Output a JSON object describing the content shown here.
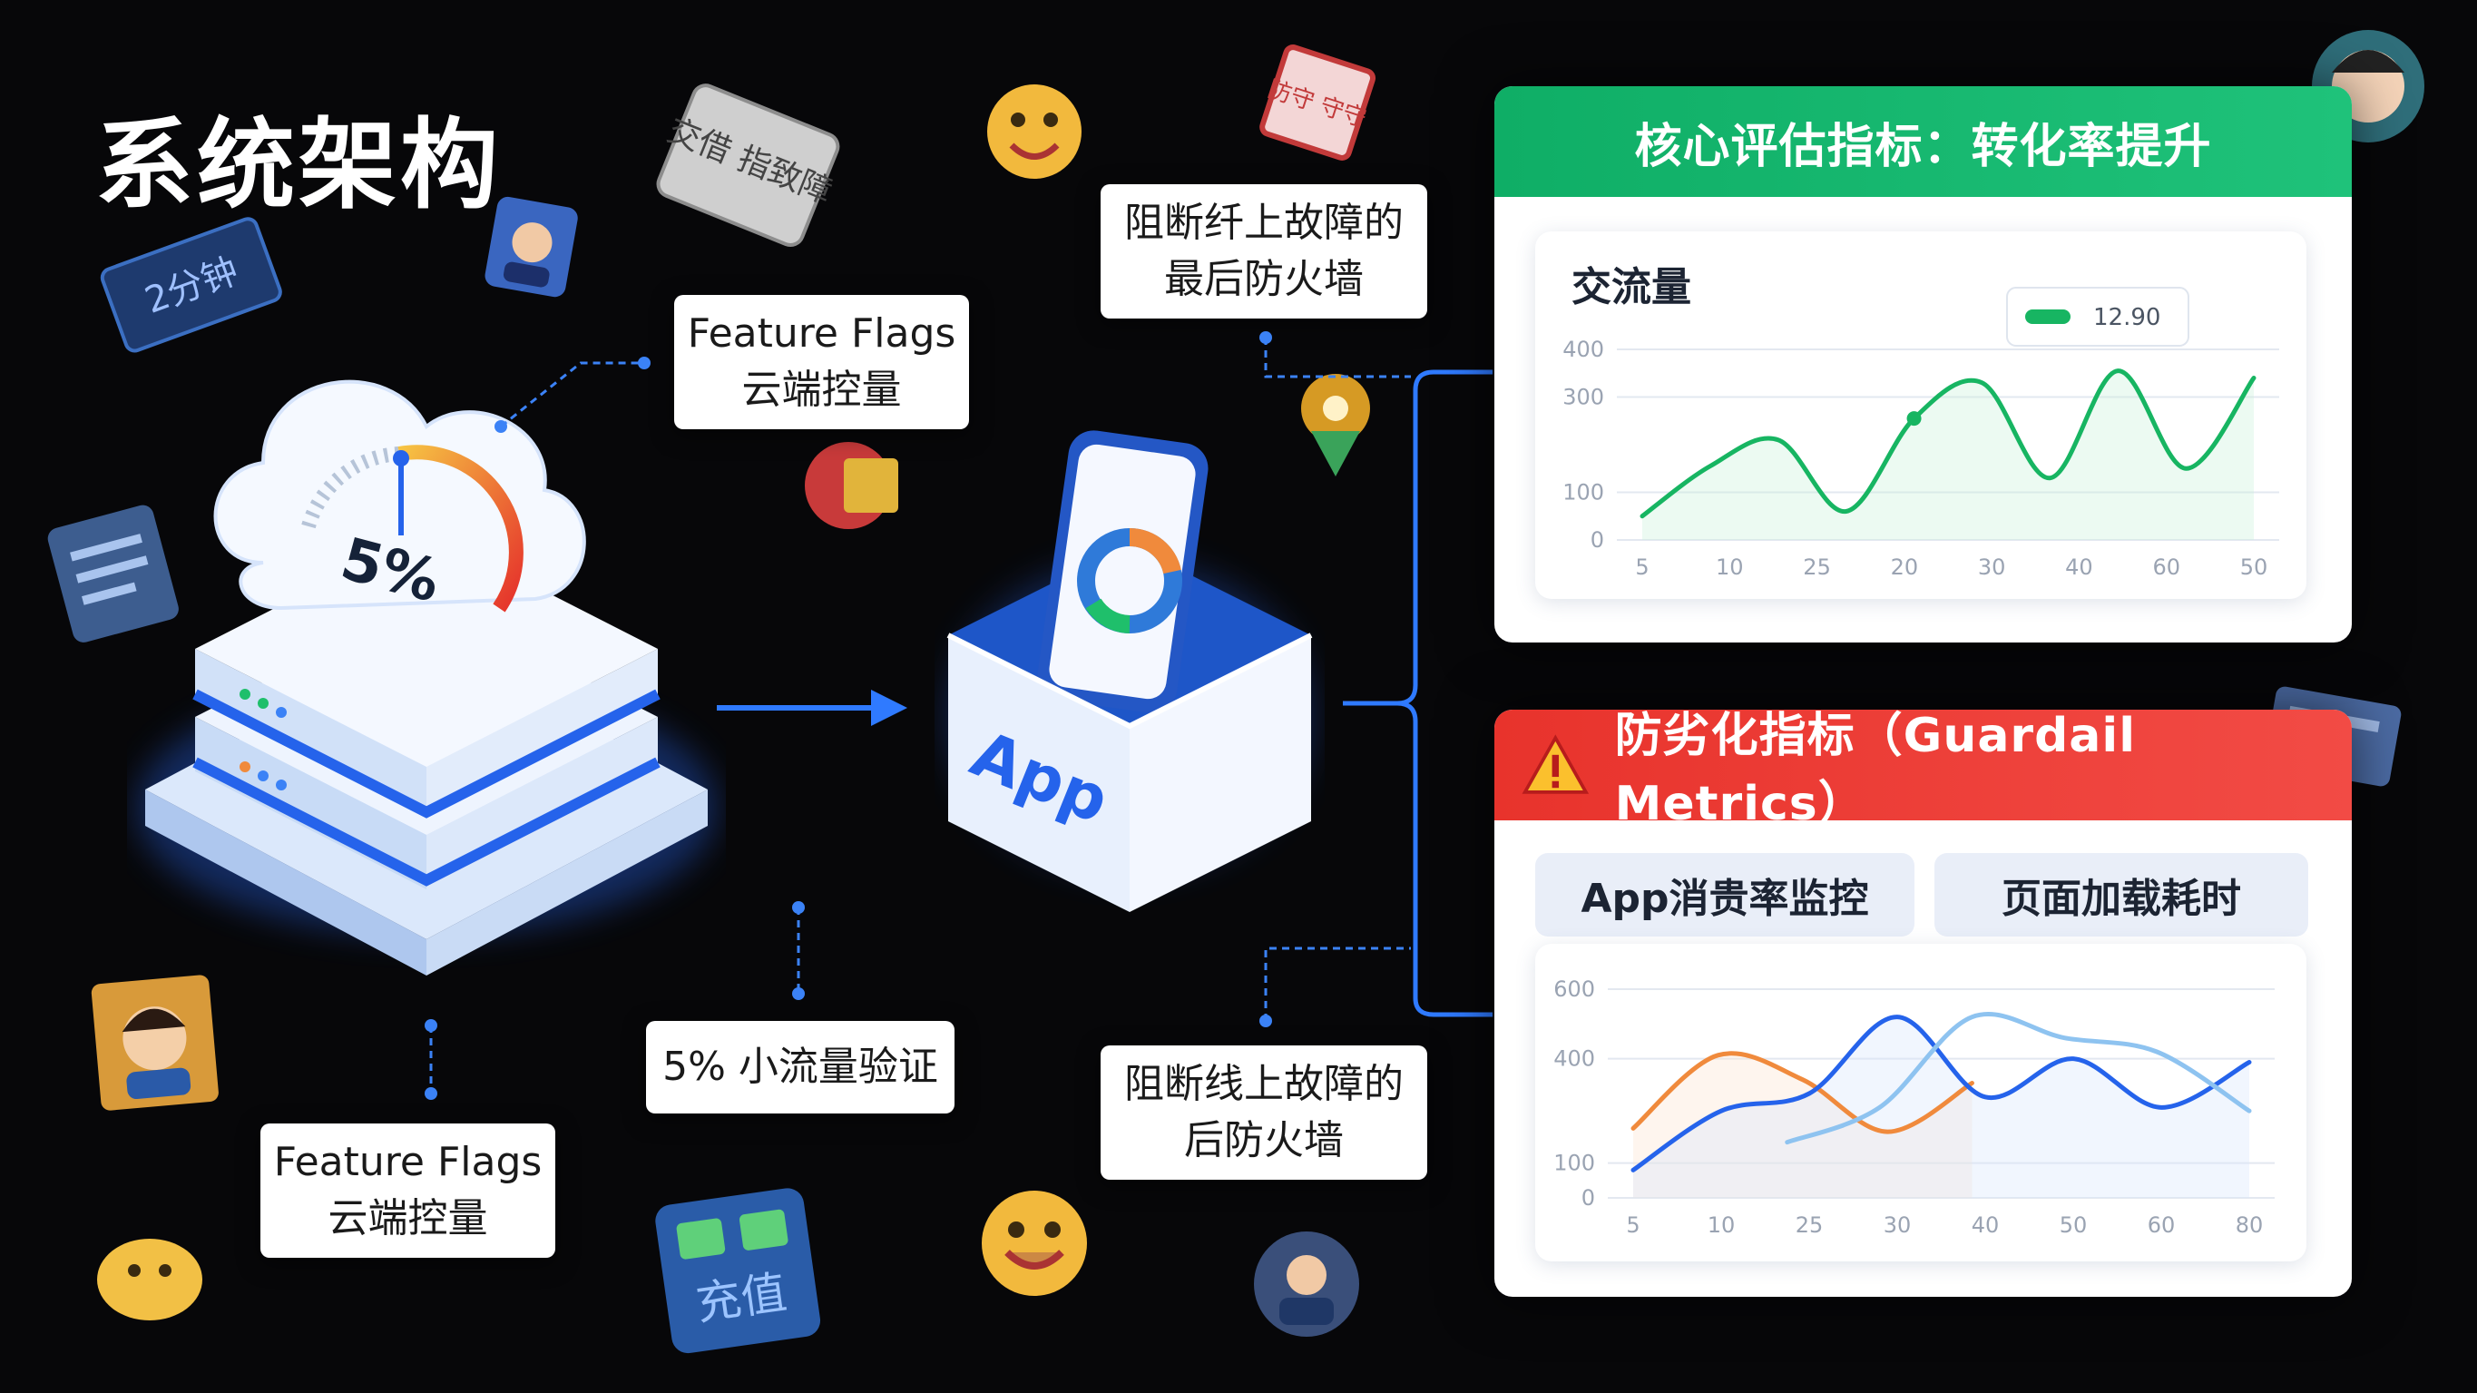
{
  "title": "系统架构",
  "callouts": {
    "cloud_control": [
      "Feature Flags",
      "云端控量"
    ],
    "bottom_control": [
      "Feature Flags",
      "云端控量"
    ],
    "small_traffic": "5% 小流量验证",
    "firewall_top": [
      "阻断纤上故障的",
      "最后防火墙"
    ],
    "firewall_bottom": [
      "阻断线上故障的",
      "后防火墙"
    ]
  },
  "server": {
    "gauge_value": "5%"
  },
  "app_box": {
    "label": "App"
  },
  "stickers": {
    "tag_time": "2分钟",
    "tag_fault": "交借 指致障",
    "tag_seal": "防守 守守",
    "recharge": "充值"
  },
  "colors": {
    "accent_blue": "#3b82f6",
    "green_header": "#12b26a",
    "red_header": "#ef3b3b",
    "green_line": "#17b562",
    "orange_line": "#f08a3c",
    "blue_line": "#2563eb",
    "light_blue_line": "#8ec3f0"
  },
  "core_panel": {
    "header": "核心评估指标：转化率提升",
    "chart_title": "交流量",
    "tooltip_value": "12.90"
  },
  "guard_panel": {
    "header": "防劣化指标（Guardail Metrics）",
    "tabs": [
      "App消贵率监控",
      "页面加载耗时"
    ]
  },
  "chart_data": [
    {
      "type": "line",
      "title": "交流量",
      "x": [
        "5",
        "10",
        "25",
        "20",
        "30",
        "40",
        "60",
        "50"
      ],
      "y_ticks": [
        0,
        100,
        300,
        400
      ],
      "ylim": [
        0,
        400
      ],
      "grid": true,
      "series": [
        {
          "values": [
            50,
            155,
            210,
            60,
            255,
            330,
            130,
            355,
            150,
            340
          ]
        }
      ],
      "tooltip": "12.90"
    },
    {
      "type": "line",
      "title": "",
      "x": [
        "5",
        "10",
        "25",
        "30",
        "40",
        "50",
        "60",
        "80"
      ],
      "y_ticks": [
        0,
        100,
        400,
        600
      ],
      "ylim": [
        0,
        600
      ],
      "grid": true,
      "series": [
        {
          "values": [
            200,
            410,
            340,
            190,
            330
          ]
        },
        {
          "values": [
            80,
            250,
            300,
            520,
            290,
            400,
            260,
            390
          ]
        },
        {
          "values": [
            160,
            260,
            520,
            460,
            420,
            250
          ]
        }
      ]
    }
  ]
}
